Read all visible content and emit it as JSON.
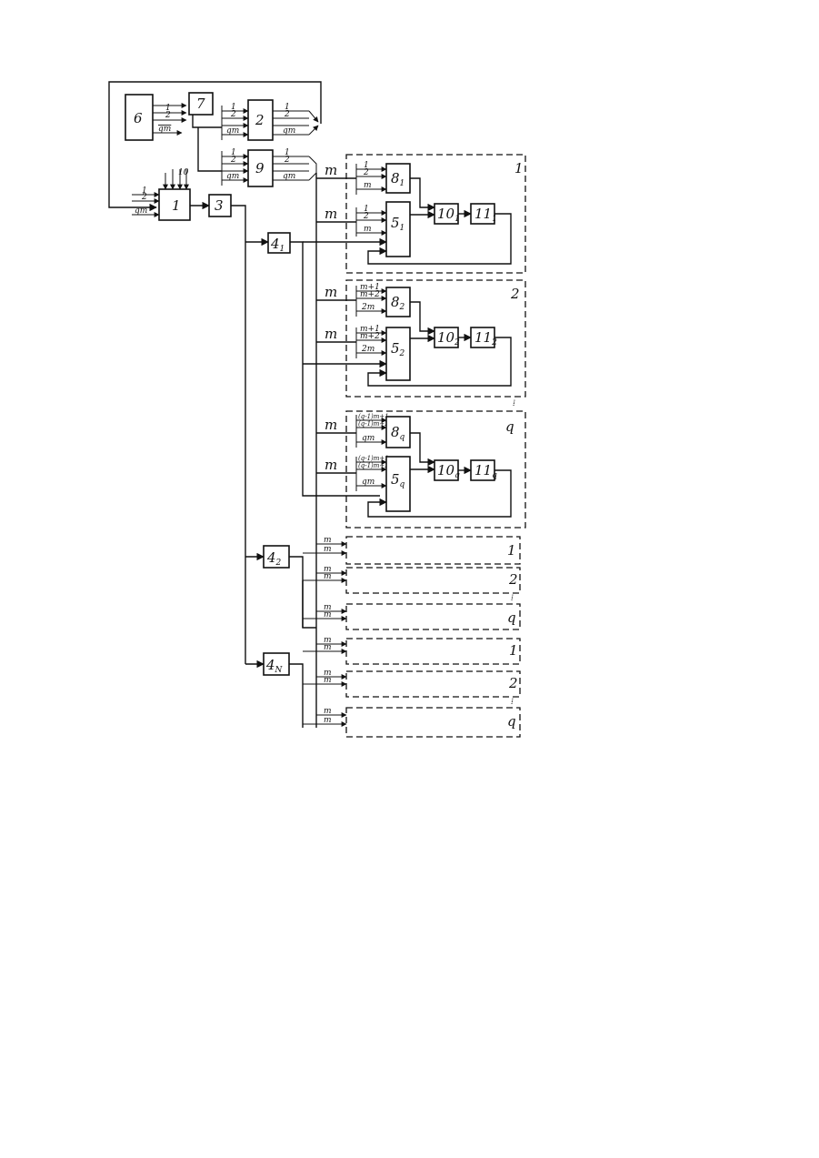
{
  "blocks": {
    "b1": "1",
    "b2": "2",
    "b3": "3",
    "b4_1": "4",
    "b4_1_sub": "1",
    "b4_2": "4",
    "b4_2_sub": "2",
    "b4_n": "4",
    "b4_n_sub": "N",
    "b6": "6",
    "b7": "7",
    "b9": "9"
  },
  "channel_groups": [
    {
      "label": "1",
      "b8": "8",
      "b8_sub": "1",
      "b5": "5",
      "b5_sub": "1",
      "b10": "10",
      "b10_sub": "1",
      "b11": "11",
      "b11_sub": "1",
      "inputs8": [
        "1",
        "2",
        "m"
      ],
      "inputs5": [
        "1",
        "2",
        "m"
      ]
    },
    {
      "label": "2",
      "b8": "8",
      "b8_sub": "2",
      "b5": "5",
      "b5_sub": "2",
      "b10": "10",
      "b10_sub": "2",
      "b11": "11",
      "b11_sub": "2",
      "inputs8": [
        "m+1",
        "m+2",
        "2m"
      ],
      "inputs5": [
        "m+1",
        "m+2",
        "2m"
      ]
    },
    {
      "label": "q",
      "b8": "8",
      "b8_sub": "q",
      "b5": "5",
      "b5_sub": "q",
      "b10": "10",
      "b10_sub": "q",
      "b11": "11",
      "b11_sub": "q",
      "inputs8": [
        "(q-1)m+1",
        "(q-1)m+2",
        "qm"
      ],
      "inputs5": [
        "(q-1)m+1",
        "(q-1)m+2",
        "qm"
      ]
    }
  ],
  "bus_labels": {
    "m": "m",
    "qm": "qm",
    "one": "1",
    "two": "2",
    "ten": "10"
  },
  "collapsed_groups": [
    "1",
    "2",
    "q",
    "1",
    "2",
    "q"
  ]
}
